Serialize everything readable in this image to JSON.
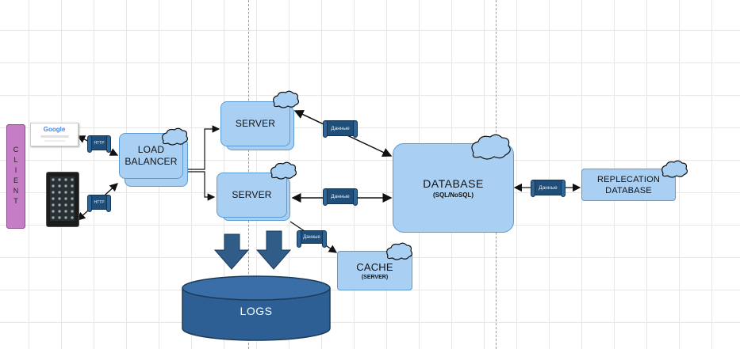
{
  "client": {
    "label": "CLIENT"
  },
  "browser": {
    "logo": "Google"
  },
  "protocols": {
    "top": "HTTP",
    "bottom": "HTTP"
  },
  "load_balancer": {
    "line1": "LOAD",
    "line2": "BALANCER"
  },
  "servers": {
    "top": "SERVER",
    "bottom": "SERVER"
  },
  "database": {
    "title": "DATABASE",
    "subtitle": "(SQL/NoSQL)"
  },
  "replication": {
    "line1": "REPLECATION",
    "line2": "DATABASE"
  },
  "cache": {
    "title": "CACHE",
    "subtitle": "(SERVER)"
  },
  "logs": {
    "label": "LOGS"
  },
  "data_tags": {
    "server_top_db": "Данные",
    "server_bottom_db": "Данные",
    "db_replication": "Данные",
    "server_cache": "Данные"
  },
  "colors": {
    "box_fill": "#a9d0f2",
    "box_border": "#5b9bd5",
    "dark_blue": "#1f4e79",
    "client": "#c57dc5"
  }
}
